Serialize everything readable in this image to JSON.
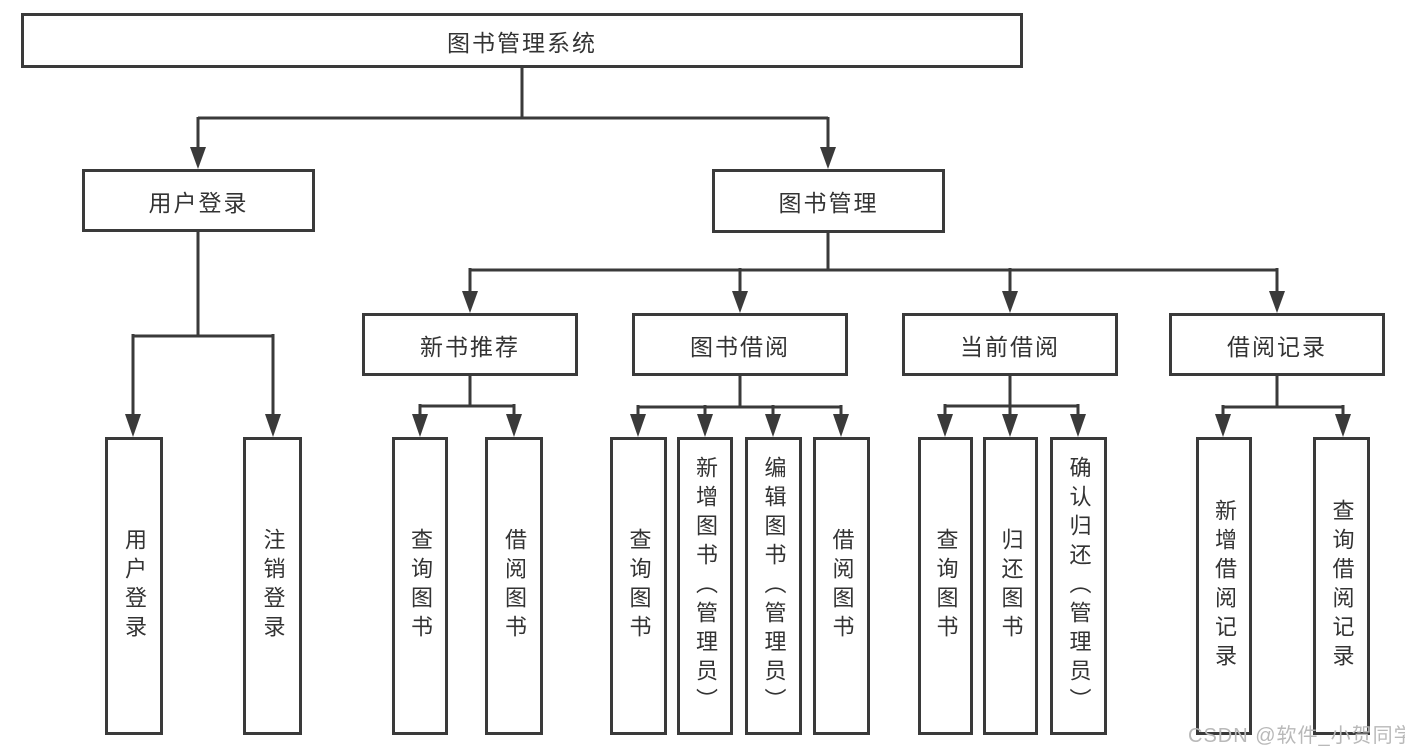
{
  "diagram": {
    "title": "图书管理系统",
    "level2": {
      "user_login": "用户登录",
      "book_management": "图书管理"
    },
    "level3": {
      "new_book_recommend": "新书推荐",
      "book_borrowing": "图书借阅",
      "current_borrowing": "当前借阅",
      "borrowing_records": "借阅记录"
    },
    "leaves": {
      "user_login_leaf": "用户登录",
      "logout": "注销登录",
      "query_books_recommend": "查询图书",
      "borrow_books_recommend": "借阅图书",
      "query_books_borrowing": "查询图书",
      "add_books_admin": "新增图书（管理员）",
      "edit_books_admin": "编辑图书（管理员）",
      "borrow_books_borrowing": "借阅图书",
      "query_books_current": "查询图书",
      "return_books": "归还图书",
      "confirm_return_admin": "确认归还（管理员）",
      "add_borrow_record": "新增借阅记录",
      "query_borrow_record": "查询借阅记录"
    },
    "watermark": "CSDN @软件_小贺同学",
    "colors": {
      "line": "#3a3a3a",
      "text": "#333333",
      "watermark_text": "#b9b9b9",
      "background": "#ffffff"
    }
  }
}
